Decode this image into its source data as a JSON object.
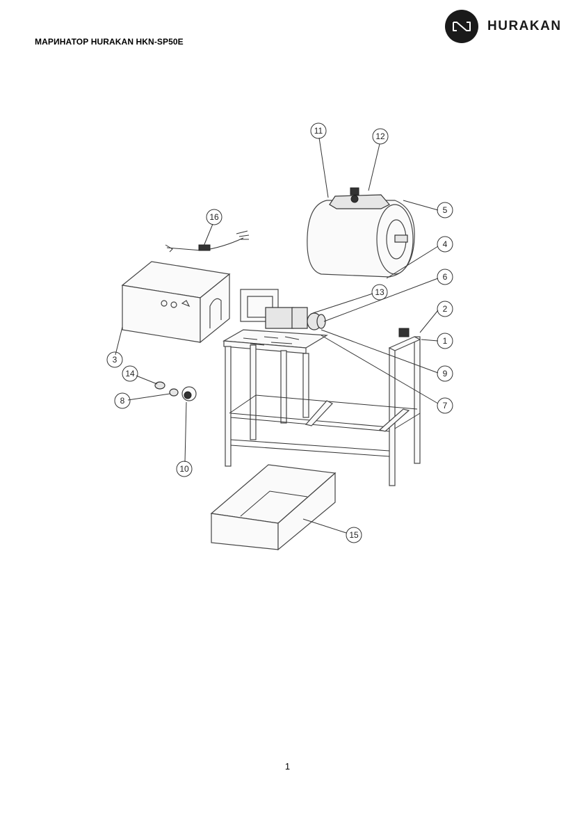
{
  "header": {
    "title": "МАРИНАТОР HURAKAN HKN-SP50E",
    "brand_name": "HURAKAN"
  },
  "diagram": {
    "callouts": [
      {
        "id": "c1",
        "label": "1"
      },
      {
        "id": "c2",
        "label": "2"
      },
      {
        "id": "c3",
        "label": "3"
      },
      {
        "id": "c4",
        "label": "4"
      },
      {
        "id": "c5",
        "label": "5"
      },
      {
        "id": "c6",
        "label": "6"
      },
      {
        "id": "c7",
        "label": "7"
      },
      {
        "id": "c8",
        "label": "8"
      },
      {
        "id": "c9",
        "label": "9"
      },
      {
        "id": "c10",
        "label": "10"
      },
      {
        "id": "c11",
        "label": "11"
      },
      {
        "id": "c12",
        "label": "12"
      },
      {
        "id": "c13",
        "label": "13"
      },
      {
        "id": "c14",
        "label": "14"
      },
      {
        "id": "c15",
        "label": "15"
      },
      {
        "id": "c16",
        "label": "16"
      }
    ]
  },
  "footer": {
    "page_number": "1"
  }
}
